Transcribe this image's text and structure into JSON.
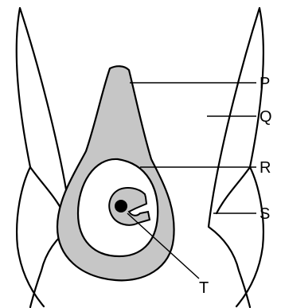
{
  "colors": {
    "ovary_fill": "#c6c6c6",
    "ovule_fill": "#c6c6c6",
    "background": "#ffffff",
    "stroke": "#000000"
  },
  "labels": {
    "P": "P",
    "Q": "Q",
    "R": "R",
    "S": "S",
    "T": "T"
  }
}
